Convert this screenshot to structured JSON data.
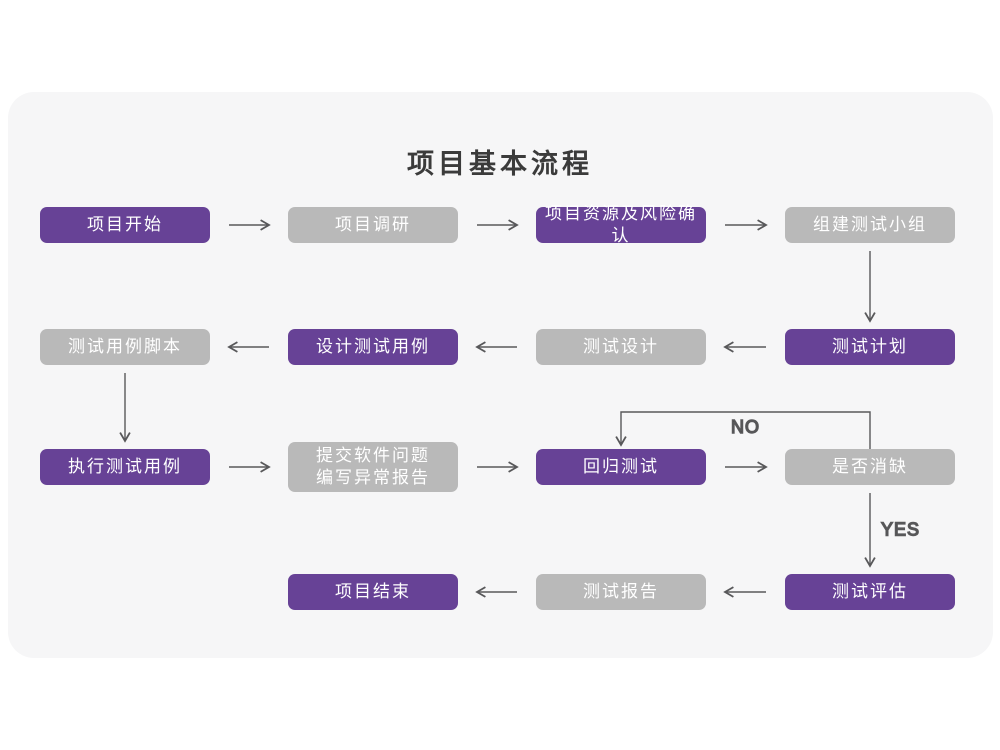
{
  "title": "项目基本流程",
  "colors": {
    "page_background": "#ffffff",
    "card_background": "#f6f6f7",
    "purple_node": "#674296",
    "gray_node": "#b9b9b9",
    "node_text": "#ffffff",
    "title_text": "#3b3b3b",
    "arrow": "#58585a",
    "edge_label_text": "#4a4a4a"
  },
  "flowchart": {
    "nodes": [
      {
        "id": "project-start",
        "label": "项目开始",
        "variant": "purple",
        "row": 0,
        "col": 0
      },
      {
        "id": "project-research",
        "label": "项目调研",
        "variant": "gray",
        "row": 0,
        "col": 1
      },
      {
        "id": "project-resources-risk",
        "label": "项目资源及风险确认",
        "variant": "purple",
        "row": 0,
        "col": 2
      },
      {
        "id": "build-test-team",
        "label": "组建测试小组",
        "variant": "gray",
        "row": 0,
        "col": 3
      },
      {
        "id": "test-case-script",
        "label": "测试用例脚本",
        "variant": "gray",
        "row": 1,
        "col": 0
      },
      {
        "id": "design-test-case",
        "label": "设计测试用例",
        "variant": "purple",
        "row": 1,
        "col": 1
      },
      {
        "id": "test-design",
        "label": "测试设计",
        "variant": "gray",
        "row": 1,
        "col": 2
      },
      {
        "id": "test-plan",
        "label": "测试计划",
        "variant": "purple",
        "row": 1,
        "col": 3
      },
      {
        "id": "execute-test-case",
        "label": "执行测试用例",
        "variant": "purple",
        "row": 2,
        "col": 0
      },
      {
        "id": "submit-issue-write-report",
        "label": "提交软件问题\n编写异常报告",
        "variant": "gray",
        "row": 2,
        "col": 1,
        "lines": 2
      },
      {
        "id": "regression-test",
        "label": "回归测试",
        "variant": "purple",
        "row": 2,
        "col": 2
      },
      {
        "id": "defect-resolved",
        "label": "是否消缺",
        "variant": "gray",
        "row": 2,
        "col": 3
      },
      {
        "id": "project-end",
        "label": "项目结束",
        "variant": "purple",
        "row": 3,
        "col": 1
      },
      {
        "id": "test-report",
        "label": "测试报告",
        "variant": "gray",
        "row": 3,
        "col": 2
      },
      {
        "id": "test-evaluation",
        "label": "测试评估",
        "variant": "purple",
        "row": 3,
        "col": 3
      }
    ],
    "edges": [
      {
        "from": "project-start",
        "to": "project-research",
        "dir": "right"
      },
      {
        "from": "project-research",
        "to": "project-resources-risk",
        "dir": "right"
      },
      {
        "from": "project-resources-risk",
        "to": "build-test-team",
        "dir": "right"
      },
      {
        "from": "build-test-team",
        "to": "test-plan",
        "dir": "down"
      },
      {
        "from": "test-plan",
        "to": "test-design",
        "dir": "left"
      },
      {
        "from": "test-design",
        "to": "design-test-case",
        "dir": "left"
      },
      {
        "from": "design-test-case",
        "to": "test-case-script",
        "dir": "left"
      },
      {
        "from": "test-case-script",
        "to": "execute-test-case",
        "dir": "down"
      },
      {
        "from": "execute-test-case",
        "to": "submit-issue-write-report",
        "dir": "right"
      },
      {
        "from": "submit-issue-write-report",
        "to": "regression-test",
        "dir": "right"
      },
      {
        "from": "regression-test",
        "to": "defect-resolved",
        "dir": "right"
      },
      {
        "from": "defect-resolved",
        "to": "regression-test",
        "dir": "loop-up",
        "label": "NO"
      },
      {
        "from": "defect-resolved",
        "to": "test-evaluation",
        "dir": "down",
        "label": "YES"
      },
      {
        "from": "test-evaluation",
        "to": "test-report",
        "dir": "left"
      },
      {
        "from": "test-report",
        "to": "project-end",
        "dir": "left"
      }
    ]
  }
}
